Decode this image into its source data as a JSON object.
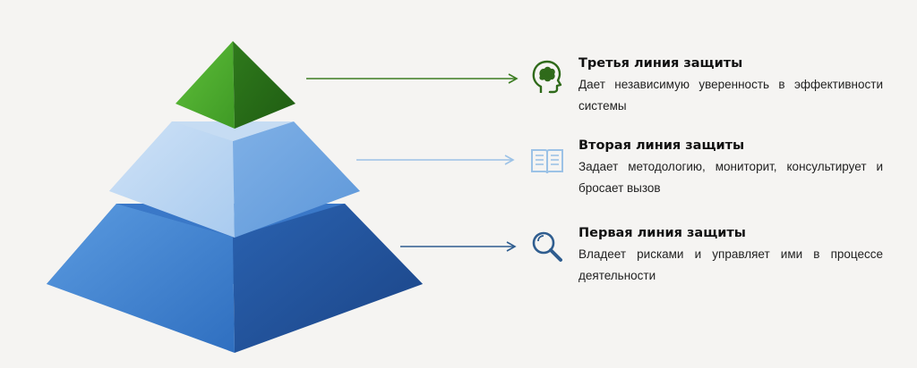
{
  "levels": [
    {
      "title": "Третья линия защиты",
      "desc": "Дает независимую уверенность в эффективности системы",
      "icon": "head-brain-icon",
      "color": "#3c7d22"
    },
    {
      "title": "Вторая линия защиты",
      "desc": "Задает методологию, мониторит, консультирует и бросает вызов",
      "icon": "open-book-icon",
      "color": "#9cc2e6"
    },
    {
      "title": "Первая линия защиты",
      "desc": "Владеет рисками и управляет ими в процессе деятельности",
      "icon": "magnifier-icon",
      "color": "#2f5d8f"
    }
  ]
}
